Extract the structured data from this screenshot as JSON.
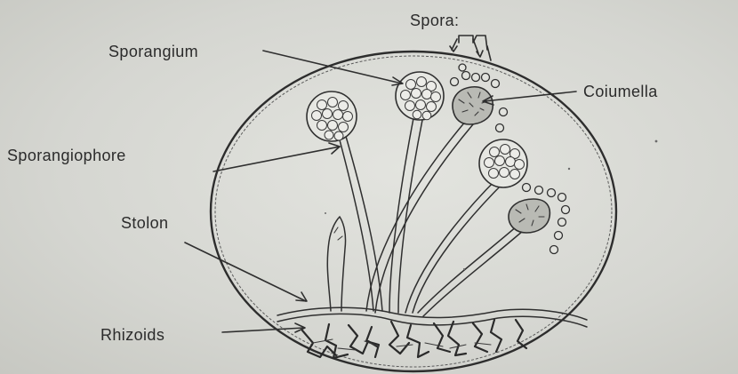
{
  "labels": {
    "spores": "Spora:",
    "sporangium": "Sporangium",
    "columella": "Coiumella",
    "sporangiophore": "Sporangiophore",
    "stolon": "Stolon",
    "rhizoids": "Rhizoids"
  },
  "colors": {
    "background": "#d6d7d2",
    "ink": "#2b2b2b"
  }
}
